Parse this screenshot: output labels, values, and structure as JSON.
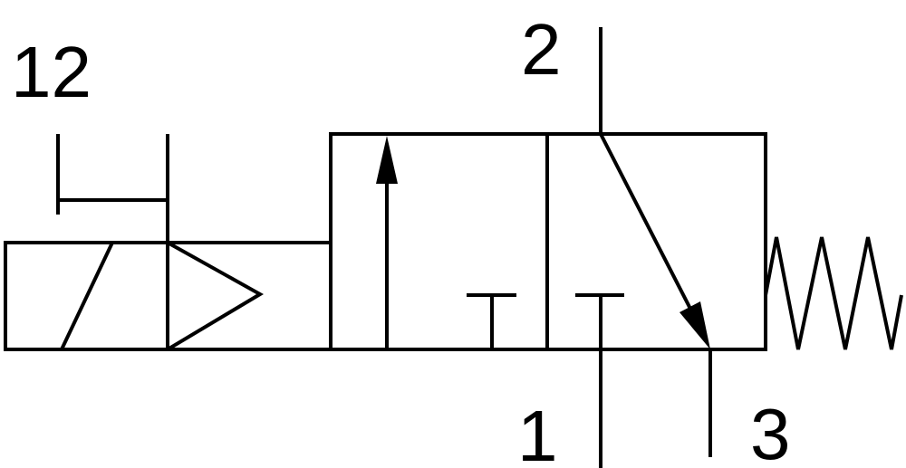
{
  "labels": {
    "pilot_port": "12",
    "port_2": "2",
    "port_1": "1",
    "port_3": "3"
  },
  "colors": {
    "line": "#000000",
    "background": "#ffffff"
  },
  "symbols": [
    "manual-override",
    "solenoid-coil",
    "pilot-triangle",
    "valve-position-open",
    "valve-position-exhaust",
    "closed-port-t",
    "return-spring"
  ]
}
